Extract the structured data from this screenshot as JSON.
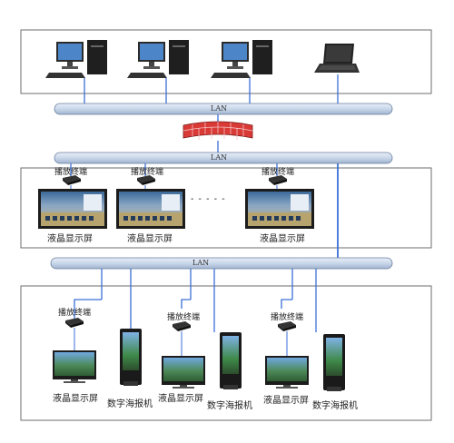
{
  "buses": [
    {
      "label": "LAN"
    },
    {
      "label": "LAN"
    },
    {
      "label": "LAN"
    }
  ],
  "top_zone": {
    "devices": [
      "desktop-pc",
      "desktop-pc",
      "desktop-pc",
      "laptop"
    ]
  },
  "firewall_icon": "brick-firewall",
  "middle_zone": {
    "terminal_label": "播放终端",
    "display_label": "液晶显示屏",
    "ellipsis": "- - - - -"
  },
  "bottom_zone": {
    "terminal_label": "播放终端",
    "display_label": "液晶显示屏",
    "kiosk_label": "数字海报机"
  },
  "colors": {
    "bus_fill": "#c9d7ea",
    "bus_stroke": "#6a7f9e",
    "link": "#3a6fd8",
    "firewall": "#d93a36",
    "zone_border": "#6e6e6e"
  }
}
